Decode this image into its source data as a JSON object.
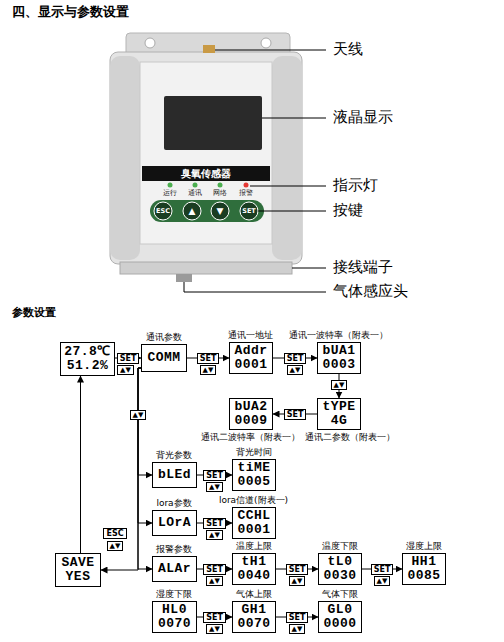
{
  "diagram": {
    "title": "四、显示与参数设置",
    "nodes": [
      {
        "text": [
          "27.8℃",
          "51.2%"
        ]
      },
      {
        "text": [
          "通讯参数",
          "COMM"
        ]
      },
      {
        "text": [
          "通讯一地址",
          "Addr",
          "0001"
        ]
      },
      {
        "text": [
          "通讯一波特率（附表一）",
          "bUA1",
          "0003"
        ]
      },
      {
        "text": [
          "bUA2",
          "0009",
          "通讯二波特率（附表一）"
        ]
      },
      {
        "text": [
          "tYPE",
          "4G",
          "通讯二参数（附表一）"
        ]
      },
      {
        "text": [
          "背光参数",
          "bLEd"
        ]
      },
      {
        "text": [
          "背光时间",
          "tiME",
          "0005"
        ]
      },
      {
        "text": [
          "lora参数",
          "LOrA"
        ]
      },
      {
        "text": [
          "lora信道(附表一)",
          "CCHL",
          "0001"
        ]
      },
      {
        "text": [
          "SAVE",
          "YES"
        ]
      },
      {
        "text": [
          "报警参数",
          "ALAr"
        ]
      },
      {
        "text": [
          "温度上限",
          "tH1",
          "0040"
        ]
      },
      {
        "text": [
          "温度下限",
          "tL0",
          "0030"
        ]
      },
      {
        "text": [
          "湿度上限",
          "HH1",
          "0085"
        ]
      },
      {
        "text": [
          "湿度下限",
          "HL0",
          "0070"
        ]
      },
      {
        "text": [
          "气体上限",
          "GH1",
          "0070"
        ]
      },
      {
        "text": [
          "气体下限",
          "GL0",
          "0000"
        ]
      }
    ],
    "edges": [
      {
        "from": 0,
        "to": 1,
        "arrow": "to",
        "label": "SET"
      },
      {
        "from": 1,
        "to": 2,
        "arrow": "to",
        "label": "SET"
      },
      {
        "from": 2,
        "to": 3,
        "arrow": "to",
        "label": "SET"
      },
      {
        "from": 3,
        "to": 5,
        "arrow": "to"
      },
      {
        "from": 5,
        "to": 4,
        "arrow": "to",
        "label": "SET"
      },
      {
        "from": 1,
        "to": 6,
        "arrow": "to"
      },
      {
        "from": 1,
        "to": 8,
        "arrow": "to"
      },
      {
        "from": 1,
        "to": 11,
        "arrow": "to"
      },
      {
        "from": 1,
        "to": 10,
        "arrow": "to",
        "label": "ESC"
      },
      {
        "from": 6,
        "to": 7,
        "arrow": "to",
        "label": "SET"
      },
      {
        "from": 8,
        "to": 9,
        "arrow": "to",
        "label": "SET"
      },
      {
        "from": 11,
        "to": 12,
        "arrow": "to",
        "label": "SET"
      },
      {
        "from": 12,
        "to": 13,
        "arrow": "to",
        "label": "SET"
      },
      {
        "from": 13,
        "to": 14,
        "arrow": "to",
        "label": "SET"
      },
      {
        "from": 15,
        "to": 16,
        "arrow": "to",
        "label": "SET"
      },
      {
        "from": 16,
        "to": 17,
        "arrow": "to",
        "label": "SET"
      },
      {
        "from": 10,
        "to": 0,
        "arrow": "to"
      }
    ],
    "labels": [
      "天线",
      "液晶显示",
      "指示灯",
      "按键",
      "接线端子",
      "气体感应头",
      "臭氧传感器",
      "运行",
      "通讯",
      "网络",
      "报警",
      "ESC",
      "▲",
      "▼",
      "SET",
      "参数设置",
      "▲▼",
      "▲▼",
      "▲▼",
      "▲▼",
      "▲▼",
      "▲▼",
      "▲▼",
      "▲▼",
      "▲▼",
      "▲▼",
      "▲▼",
      "▲▼",
      "▲▼"
    ]
  }
}
